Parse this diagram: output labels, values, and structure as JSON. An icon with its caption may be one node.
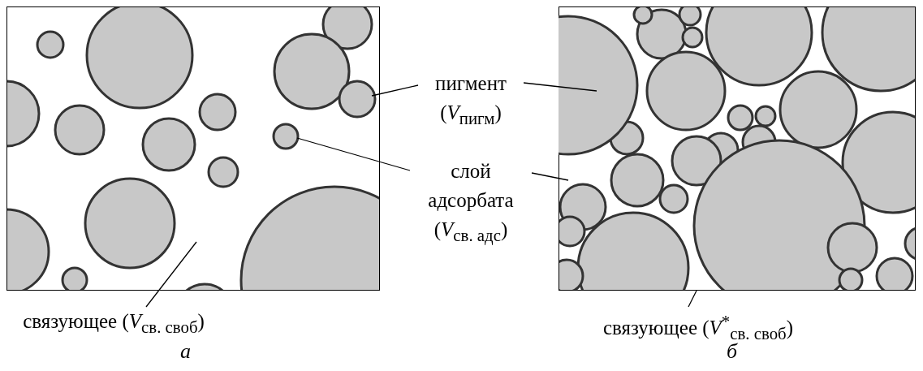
{
  "diagram": {
    "nodes": [
      {
        "text": [
          "пигмент (*V*$_{пигм}$)"
        ]
      },
      {
        "text": [
          "слой адсорбата (*V*$_{св. адс}$)"
        ]
      },
      {
        "text": [
          "связующее (*V*$_{св. своб}$)"
        ]
      },
      {
        "text": [
          "связующее (*V*$^{*}$$_{св. своб}$)"
        ]
      },
      {
        "text": [],
        "shape": "circle"
      },
      {
        "text": [],
        "shape": "circle"
      }
    ],
    "edges": [
      {
        "from": 0,
        "to": 4,
        "arrow": "none"
      },
      {
        "from": 0,
        "to": 5,
        "arrow": "none"
      },
      {
        "from": 1,
        "to": null,
        "arrow": "none"
      },
      {
        "from": 1,
        "to": null,
        "arrow": "none"
      },
      {
        "from": 2,
        "to": null,
        "arrow": "none"
      },
      {
        "from": 3,
        "to": null,
        "arrow": "none"
      }
    ],
    "labels": [
      "а",
      "б"
    ]
  }
}
